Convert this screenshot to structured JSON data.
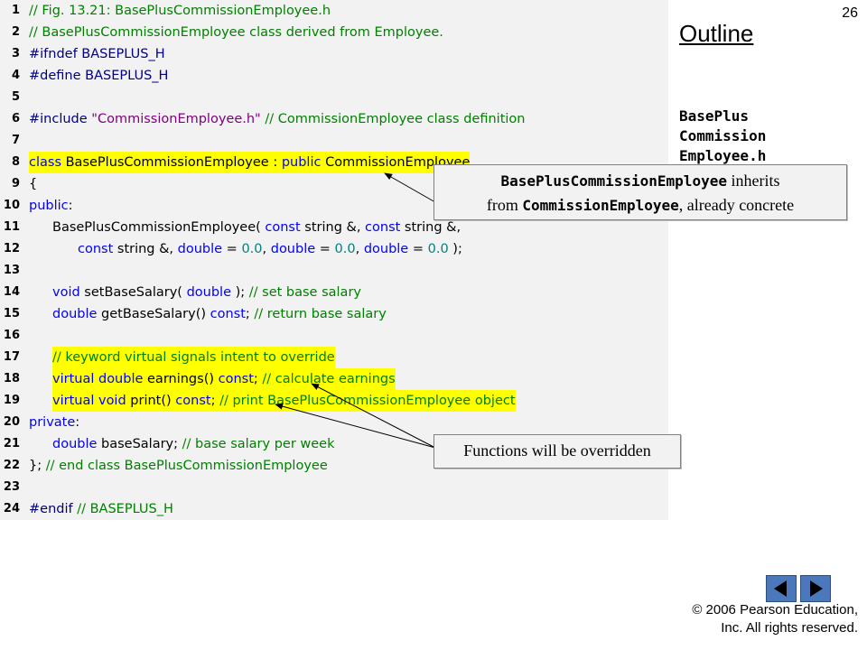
{
  "slide": {
    "number": "26",
    "outline_title": "Outline",
    "filename_lines": [
      "BasePlus",
      "Commission",
      "Employee.h"
    ]
  },
  "code_lines": [
    {
      "num": "1",
      "segments": [
        {
          "t": "// Fig. 13.21: BasePlusCommissionEmployee.h",
          "c": "c"
        }
      ]
    },
    {
      "num": "2",
      "segments": [
        {
          "t": "// BasePlusCommissionEmployee class derived from Employee.",
          "c": "c"
        }
      ]
    },
    {
      "num": "3",
      "segments": [
        {
          "t": "#ifndef BASEPLUS_H",
          "c": "p"
        }
      ]
    },
    {
      "num": "4",
      "segments": [
        {
          "t": "#define BASEPLUS_H",
          "c": "p"
        }
      ]
    },
    {
      "num": "5",
      "segments": []
    },
    {
      "num": "6",
      "segments": [
        {
          "t": "#include ",
          "c": "p"
        },
        {
          "t": "\"CommissionEmployee.h\"",
          "c": "s"
        },
        {
          "t": " // CommissionEmployee class definition",
          "c": "c"
        }
      ]
    },
    {
      "num": "7",
      "segments": []
    },
    {
      "num": "8",
      "highlight": true,
      "segments": [
        {
          "t": "class",
          "c": "k"
        },
        {
          "t": " BasePlusCommissionEmployee : ",
          "c": ""
        },
        {
          "t": "public",
          "c": "k"
        },
        {
          "t": " CommissionEmployee",
          "c": ""
        }
      ]
    },
    {
      "num": "9",
      "segments": [
        {
          "t": "{",
          "c": ""
        }
      ]
    },
    {
      "num": "10",
      "segments": [
        {
          "t": "public",
          "c": "k"
        },
        {
          "t": ":",
          "c": ""
        }
      ]
    },
    {
      "num": "11",
      "indent": 1,
      "segments": [
        {
          "t": "BasePlusCommissionEmployee( ",
          "c": ""
        },
        {
          "t": "const",
          "c": "k"
        },
        {
          "t": " string &, ",
          "c": ""
        },
        {
          "t": "const",
          "c": "k"
        },
        {
          "t": " string &,",
          "c": ""
        }
      ]
    },
    {
      "num": "12",
      "indent": 2,
      "segments": [
        {
          "t": "const",
          "c": "k"
        },
        {
          "t": " string &, ",
          "c": ""
        },
        {
          "t": "double",
          "c": "k"
        },
        {
          "t": " = ",
          "c": ""
        },
        {
          "t": "0.0",
          "c": "n"
        },
        {
          "t": ", ",
          "c": ""
        },
        {
          "t": "double",
          "c": "k"
        },
        {
          "t": " = ",
          "c": ""
        },
        {
          "t": "0.0",
          "c": "n"
        },
        {
          "t": ", ",
          "c": ""
        },
        {
          "t": "double",
          "c": "k"
        },
        {
          "t": " = ",
          "c": ""
        },
        {
          "t": "0.0",
          "c": "n"
        },
        {
          "t": " );",
          "c": ""
        }
      ]
    },
    {
      "num": "13",
      "segments": []
    },
    {
      "num": "14",
      "indent": 1,
      "segments": [
        {
          "t": "void",
          "c": "k"
        },
        {
          "t": " setBaseSalary( ",
          "c": ""
        },
        {
          "t": "double",
          "c": "k"
        },
        {
          "t": " ); ",
          "c": ""
        },
        {
          "t": "// set base salary",
          "c": "c"
        }
      ]
    },
    {
      "num": "15",
      "indent": 1,
      "segments": [
        {
          "t": "double",
          "c": "k"
        },
        {
          "t": " getBaseSalary() ",
          "c": ""
        },
        {
          "t": "const",
          "c": "k"
        },
        {
          "t": "; ",
          "c": ""
        },
        {
          "t": "// return base salary",
          "c": "c"
        }
      ]
    },
    {
      "num": "16",
      "segments": []
    },
    {
      "num": "17",
      "indent": 1,
      "highlight": true,
      "segments": [
        {
          "t": "// keyword virtual signals intent to override",
          "c": "c"
        }
      ]
    },
    {
      "num": "18",
      "indent": 1,
      "highlight": true,
      "segments": [
        {
          "t": "virtual",
          "c": "k"
        },
        {
          "t": " ",
          "c": ""
        },
        {
          "t": "double",
          "c": "k"
        },
        {
          "t": " earnings() ",
          "c": ""
        },
        {
          "t": "const",
          "c": "k"
        },
        {
          "t": "; ",
          "c": ""
        },
        {
          "t": "// calculate earnings",
          "c": "c"
        }
      ]
    },
    {
      "num": "19",
      "indent": 1,
      "highlight": true,
      "segments": [
        {
          "t": "virtual",
          "c": "k"
        },
        {
          "t": " ",
          "c": ""
        },
        {
          "t": "void",
          "c": "k"
        },
        {
          "t": " print() ",
          "c": ""
        },
        {
          "t": "const",
          "c": "k"
        },
        {
          "t": "; ",
          "c": ""
        },
        {
          "t": "// print BasePlusCommissionEmployee object",
          "c": "c"
        }
      ]
    },
    {
      "num": "20",
      "segments": [
        {
          "t": "private",
          "c": "k"
        },
        {
          "t": ":",
          "c": ""
        }
      ]
    },
    {
      "num": "21",
      "indent": 1,
      "segments": [
        {
          "t": "double",
          "c": "k"
        },
        {
          "t": " baseSalary; ",
          "c": ""
        },
        {
          "t": "// base salary per week",
          "c": "c"
        }
      ]
    },
    {
      "num": "22",
      "segments": [
        {
          "t": "}; ",
          "c": ""
        },
        {
          "t": "// end class BasePlusCommissionEmployee",
          "c": "c"
        }
      ]
    },
    {
      "num": "23",
      "segments": []
    },
    {
      "num": "24",
      "segments": [
        {
          "t": "#endif",
          "c": "p"
        },
        {
          "t": " // BASEPLUS_H",
          "c": "c"
        }
      ]
    }
  ],
  "callouts": {
    "inherits": {
      "mono1": "BasePlusCommissionEmployee",
      "text1": " inherits",
      "text2": "from ",
      "mono2": "CommissionEmployee",
      "text3": ", already concrete"
    },
    "overridden": {
      "text": "Functions will be overridden"
    }
  },
  "copyright": {
    "line1": "© 2006 Pearson Education,",
    "line2": "Inc.  All rights reserved."
  },
  "icons": {
    "prev": "triangle-left-icon",
    "next": "triangle-right-icon"
  }
}
